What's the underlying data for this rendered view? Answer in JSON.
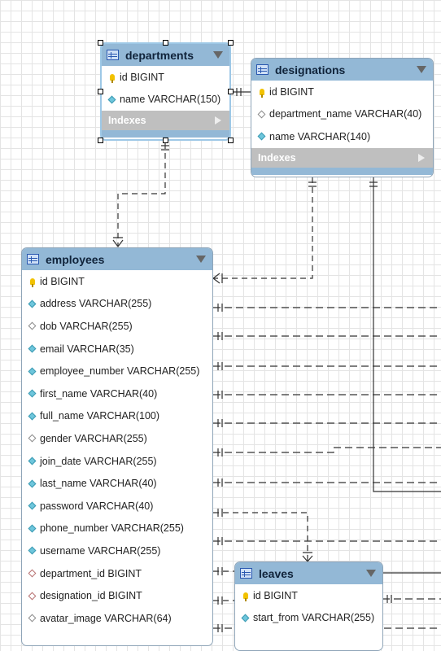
{
  "tables": {
    "departments": {
      "name": "departments",
      "columns": [
        {
          "text": "id BIGINT",
          "icon": "primary-key-icon"
        },
        {
          "text": "name VARCHAR(150)",
          "icon": "column-filled-icon"
        }
      ],
      "indexes_label": "Indexes"
    },
    "designations": {
      "name": "designations",
      "columns": [
        {
          "text": "id BIGINT",
          "icon": "primary-key-icon"
        },
        {
          "text": "department_name VARCHAR(40)",
          "icon": "column-hollow-icon"
        },
        {
          "text": "name VARCHAR(140)",
          "icon": "column-filled-icon"
        }
      ],
      "indexes_label": "Indexes"
    },
    "employees": {
      "name": "employees",
      "columns": [
        {
          "text": "id BIGINT",
          "icon": "primary-key-icon"
        },
        {
          "text": "address VARCHAR(255)",
          "icon": "column-filled-icon"
        },
        {
          "text": "dob VARCHAR(255)",
          "icon": "column-hollow-icon"
        },
        {
          "text": "email VARCHAR(35)",
          "icon": "column-filled-icon"
        },
        {
          "text": "employee_number VARCHAR(255)",
          "icon": "column-filled-icon"
        },
        {
          "text": "first_name VARCHAR(40)",
          "icon": "column-filled-icon"
        },
        {
          "text": "full_name VARCHAR(100)",
          "icon": "column-filled-icon"
        },
        {
          "text": "gender VARCHAR(255)",
          "icon": "column-hollow-icon"
        },
        {
          "text": "join_date VARCHAR(255)",
          "icon": "column-filled-icon"
        },
        {
          "text": "last_name VARCHAR(40)",
          "icon": "column-filled-icon"
        },
        {
          "text": "password VARCHAR(40)",
          "icon": "column-filled-icon"
        },
        {
          "text": "phone_number VARCHAR(255)",
          "icon": "column-filled-icon"
        },
        {
          "text": "username VARCHAR(255)",
          "icon": "column-filled-icon"
        },
        {
          "text": "department_id BIGINT",
          "icon": "foreign-key-icon"
        },
        {
          "text": "designation_id BIGINT",
          "icon": "foreign-key-icon"
        },
        {
          "text": "avatar_image VARCHAR(64)",
          "icon": "column-hollow-icon"
        }
      ]
    },
    "leaves": {
      "name": "leaves",
      "columns": [
        {
          "text": "id BIGINT",
          "icon": "primary-key-icon"
        },
        {
          "text": "start_from VARCHAR(255)",
          "icon": "column-filled-icon"
        }
      ]
    }
  },
  "colors": {
    "header": "#93b8d6",
    "indexes_bar": "#bfbfbf",
    "line": "#333333"
  }
}
